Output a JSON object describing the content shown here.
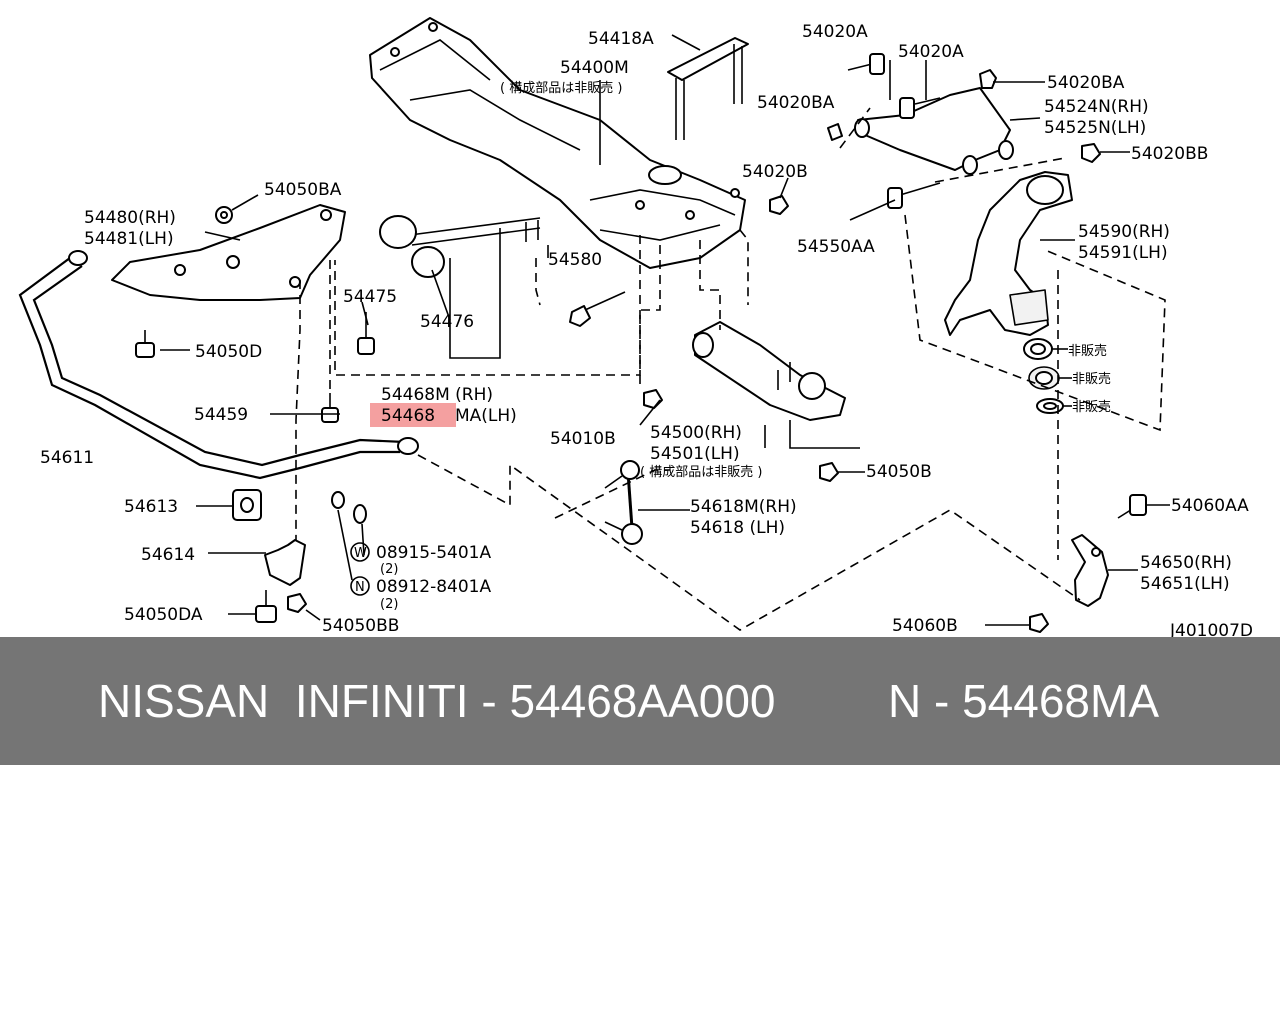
{
  "diagram": {
    "ref_code": "J401007D",
    "labels": {
      "p54418A": "54418A",
      "p54400M": "54400M",
      "note_subassy_top": "( 構成部品は非販売 )",
      "p54020A_1": "54020A",
      "p54020A_2": "54020A",
      "p54020BA_1": "54020BA",
      "p54020BA_2": "54020BA",
      "p54524N": "54524N(RH)",
      "p54525N": "54525N(LH)",
      "p54020BB": "54020BB",
      "p54020B": "54020B",
      "p54550AA": "54550AA",
      "p54590": "54590(RH)",
      "p54591": "54591(LH)",
      "p54050BA": "54050BA",
      "p54480": "54480(RH)",
      "p54481": "54481(LH)",
      "p54580": "54580",
      "p54475": "54475",
      "p54476": "54476",
      "p54050D": "54050D",
      "p54468M": "54468M (RH)",
      "p54468MA_hl": "54468",
      "p54468MA_rest": "MA(LH)",
      "p54459": "54459",
      "p54010B": "54010B",
      "p54500": "54500(RH)",
      "p54501": "54501(LH)",
      "note_subassy_mid": "( 構成部品は非販売 )",
      "p54050B": "54050B",
      "p54611": "54611",
      "p54618M": "54618M(RH)",
      "p54618": "54618  (LH)",
      "p54613": "54613",
      "p54614": "54614",
      "w_letter": "W",
      "w_part": "08915-5401A",
      "w_qty": "(2)",
      "n_letter": "N",
      "n_part": "08912-8401A",
      "n_qty": "(2)",
      "p54050DA": "54050DA",
      "p54050BB": "54050BB",
      "p54060AA": "54060AA",
      "p54650": "54650(RH)",
      "p54651": "54651(LH)",
      "p54060B": "54060B",
      "not_sold_1": "非販売",
      "not_sold_2": "非販売",
      "not_sold_3": "非販売"
    },
    "highlight_color": "#f4a0a0"
  },
  "banner": {
    "left_text": "NISSAN  INFINITI - 54468AA000",
    "right_text": "N - 54468MA",
    "background_color": "#757575"
  }
}
